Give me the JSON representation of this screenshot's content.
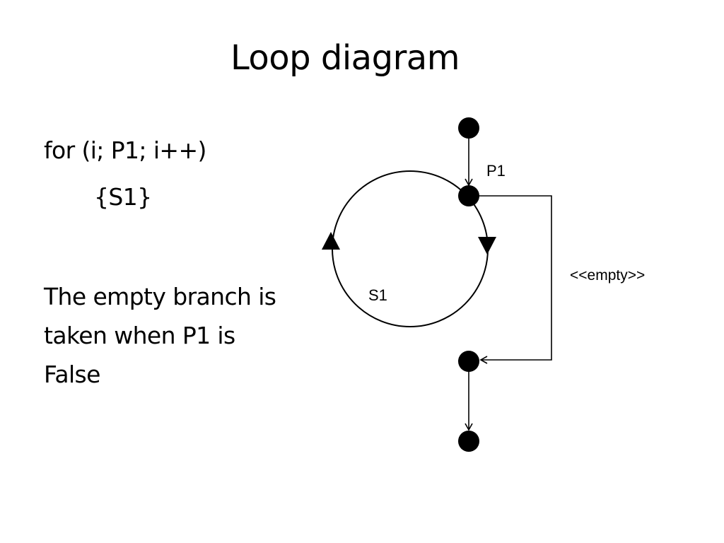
{
  "slide": {
    "title": "Loop diagram",
    "code": {
      "line1": "for (i; P1; i++)",
      "line2": "{S1}"
    },
    "note_lines": [
      "The empty branch is",
      "taken when P1 is",
      "False"
    ]
  },
  "diagram": {
    "labels": {
      "predicate": "P1",
      "body": "S1",
      "empty_branch": "<<empty>>"
    },
    "colors": {
      "stroke": "#000000",
      "node_fill": "#000000"
    }
  }
}
